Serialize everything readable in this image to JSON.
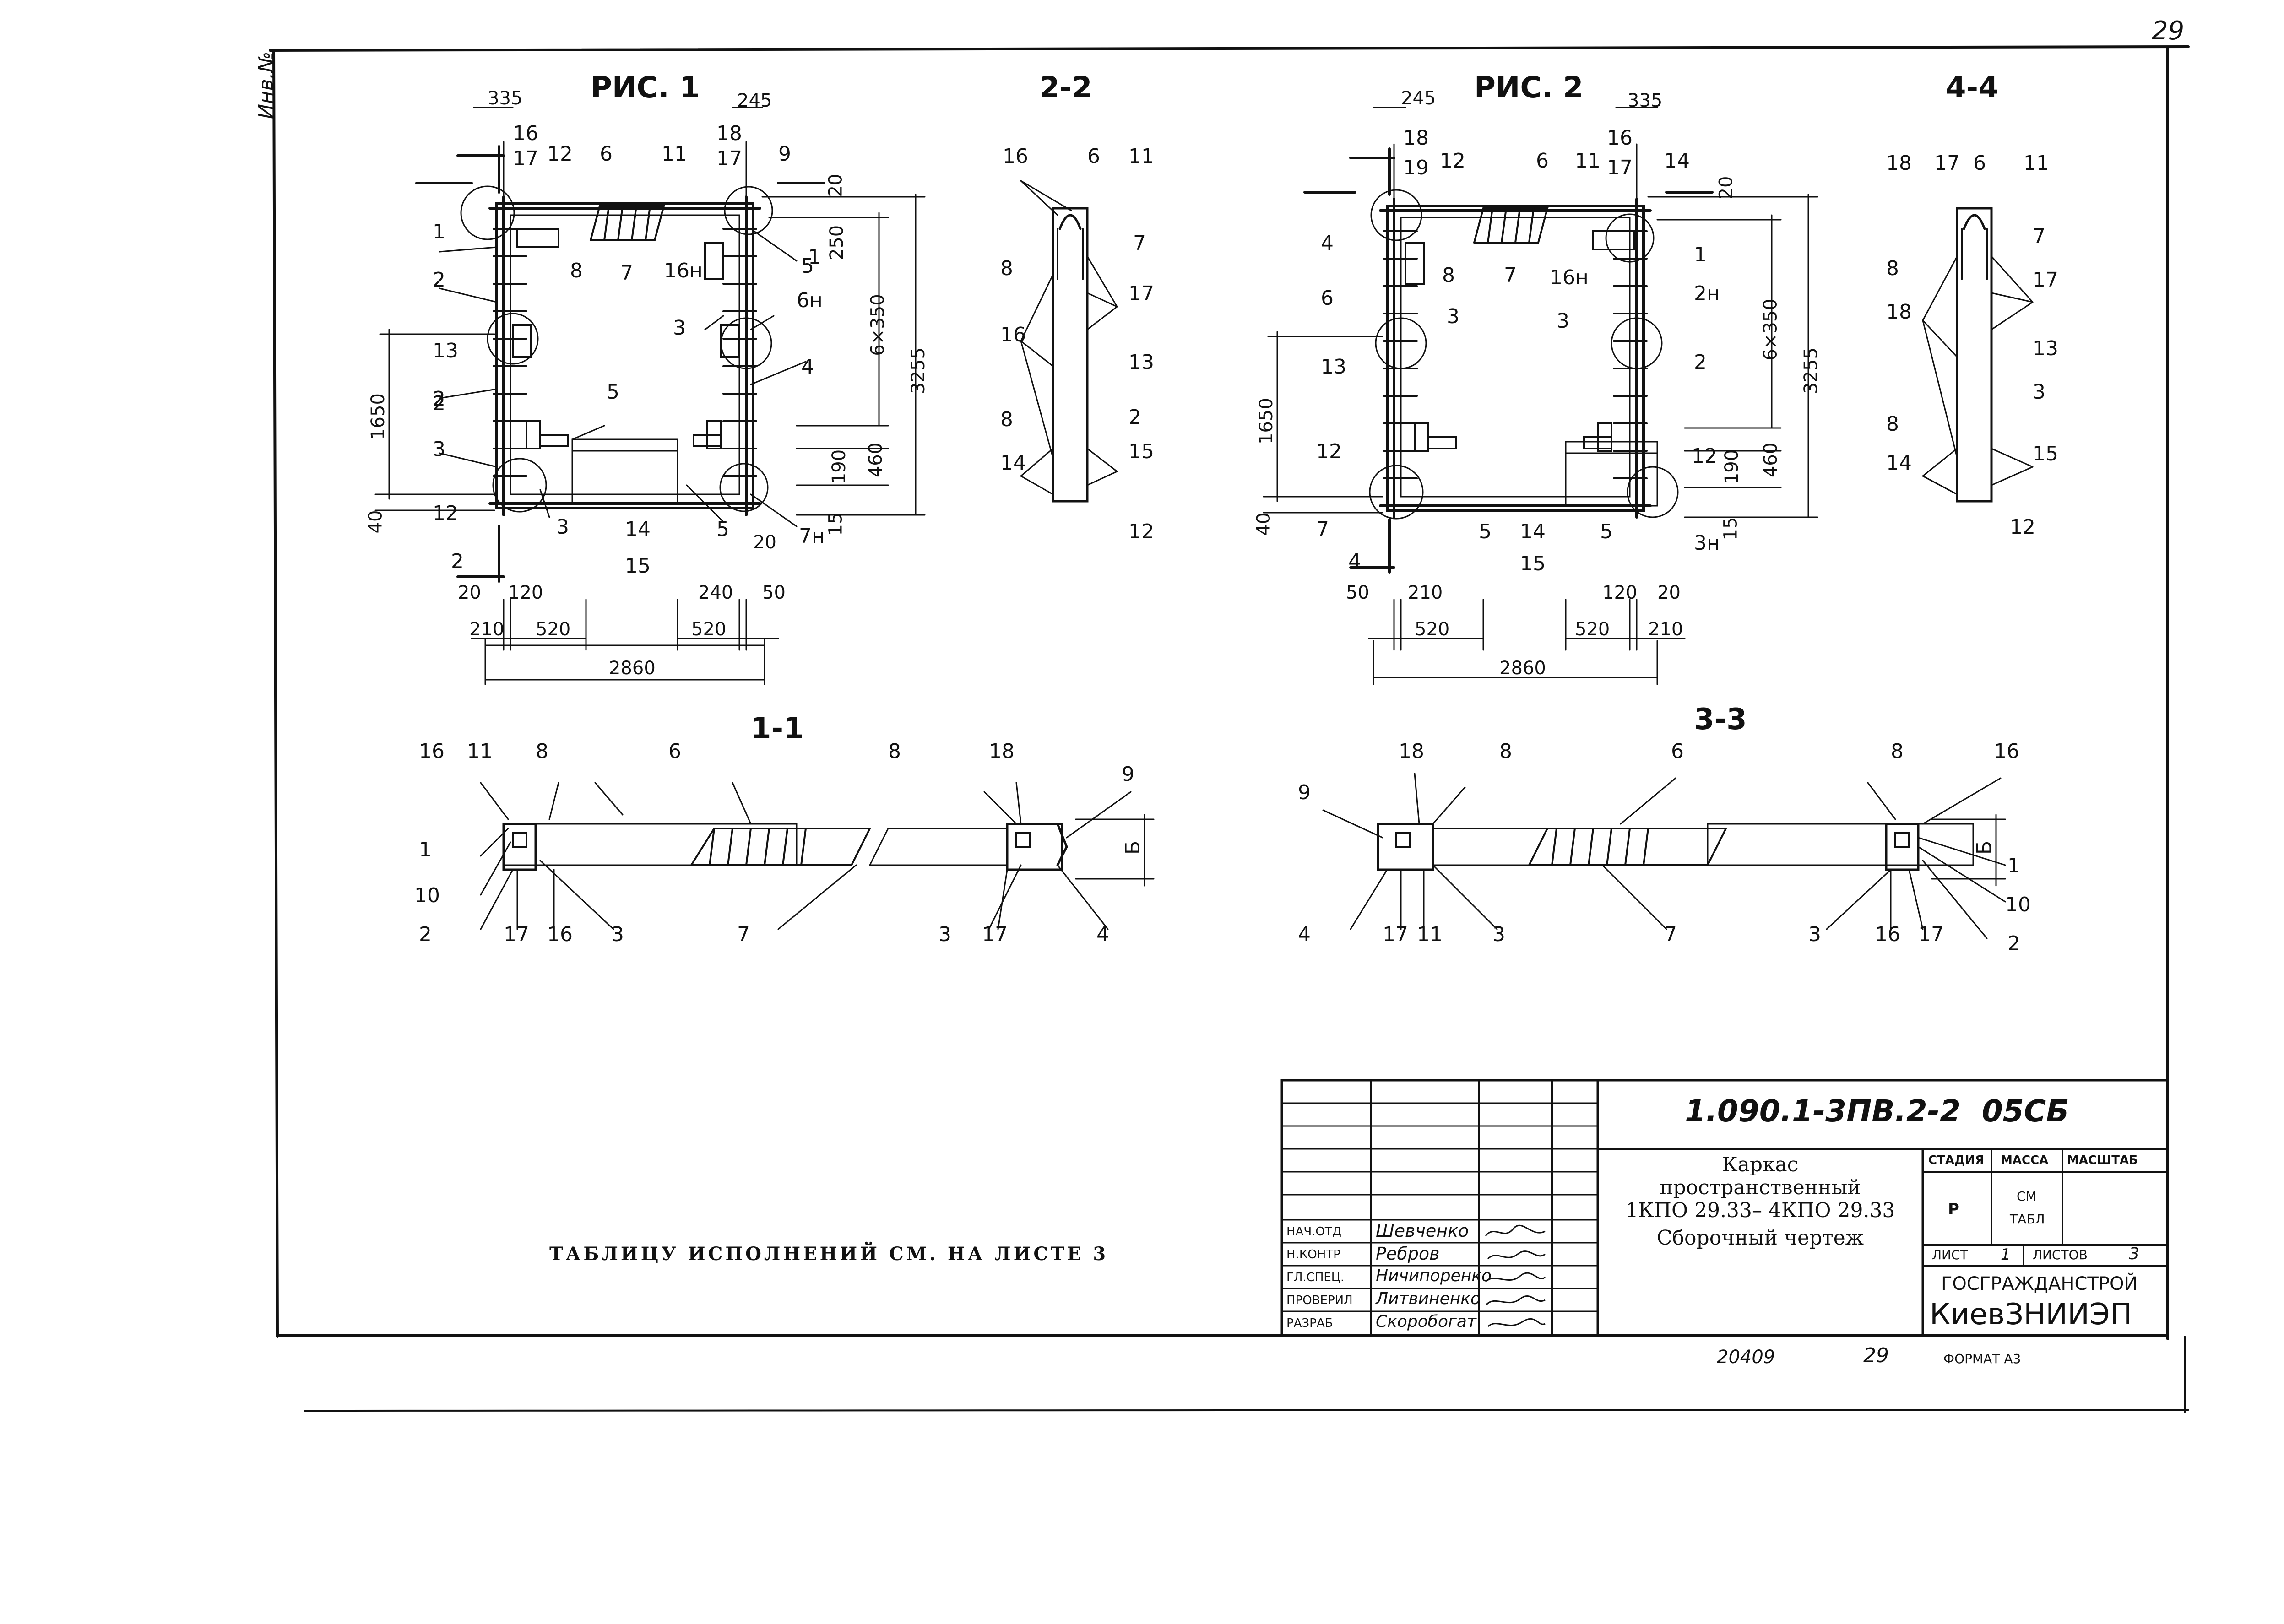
{
  "page_number": "29",
  "margin_mark": "Инв.№",
  "views": {
    "fig1": "РИС. 1",
    "fig2": "РИС. 2",
    "sec11": "1-1",
    "sec22": "2-2",
    "sec33": "3-3",
    "sec44": "4-4"
  },
  "fig1_labels": [
    "335",
    "245",
    "16",
    "17",
    "18",
    "17",
    "12",
    "6",
    "11",
    "9",
    "1",
    "2",
    "20",
    "250",
    "1",
    "2",
    "8",
    "7",
    "16н",
    "5",
    "3",
    "6н",
    "13",
    "6×350",
    "3255",
    "2",
    "4",
    "1650",
    "5",
    "190",
    "460",
    "3",
    "12",
    "40",
    "3",
    "14",
    "5",
    "15",
    "7н",
    "2",
    "15",
    "20",
    "120",
    "240",
    "20",
    "50",
    "210",
    "520",
    "520",
    "2860"
  ],
  "fig2_labels": [
    "245",
    "335",
    "18",
    "16",
    "19",
    "17",
    "14",
    "12",
    "6",
    "11",
    "20",
    "4",
    "8",
    "7",
    "16н",
    "1",
    "2н",
    "6",
    "3",
    "3",
    "13",
    "6×350",
    "3255",
    "2",
    "1650",
    "12",
    "190",
    "460",
    "40",
    "7",
    "5",
    "14",
    "5",
    "12",
    "15",
    "3н",
    "15",
    "4",
    "50",
    "210",
    "120",
    "20",
    "520",
    "520",
    "210",
    "2860"
  ],
  "sec22_labels": [
    "16",
    "6",
    "11",
    "8",
    "7",
    "17",
    "16",
    "13",
    "8",
    "2",
    "14",
    "15",
    "12"
  ],
  "sec44_labels": [
    "18",
    "17",
    "6",
    "11",
    "7",
    "8",
    "17",
    "18",
    "13",
    "3",
    "8",
    "14",
    "15",
    "12"
  ],
  "sec11_labels": [
    "16",
    "11",
    "8",
    "6",
    "8",
    "18",
    "9",
    "1",
    "10",
    "2",
    "17",
    "16",
    "3",
    "7",
    "3",
    "17",
    "4",
    "Б"
  ],
  "sec33_labels": [
    "9",
    "18",
    "8",
    "6",
    "8",
    "16",
    "4",
    "17",
    "11",
    "3",
    "7",
    "3",
    "16",
    "17",
    "2",
    "1",
    "10",
    "Б"
  ],
  "note": "ТАБЛИЦУ ИСПОЛНЕНИЙ СМ. НА ЛИСТЕ 3",
  "title_block": {
    "designation": "1.090.1-3ПВ.2-2  05СБ",
    "title_lines": [
      "Каркас",
      "пространственный",
      "1КПО 29.33– 4КПО 29.33",
      "Сборочный чертеж"
    ],
    "col_headers": [
      "СТАДИЯ",
      "МАССА",
      "МАСШТАБ"
    ],
    "stage": "Р",
    "mass_lines": [
      "СМ",
      "ТАБЛ"
    ],
    "sheet_label": "ЛИСТ",
    "sheet": "1",
    "sheets_label": "ЛИСТОВ",
    "sheets": "3",
    "org1": "ГОСГРАЖДАНСТРОЙ",
    "org2": "КиевЗНИИЭП",
    "roles": [
      {
        "role": "НАЧ.ОТД",
        "name": "Шевченко"
      },
      {
        "role": "Н.КОНТР",
        "name": "Ребров"
      },
      {
        "role": "ГЛ.СПЕЦ.",
        "name": "Ничипоренко"
      },
      {
        "role": "ПРОВЕРИЛ",
        "name": "Литвиненко"
      },
      {
        "role": "РАЗРАБ",
        "name": "Скоробогат"
      }
    ]
  },
  "footer": {
    "left": "20409",
    "mid": "29",
    "format": "ФОРМАТ А3"
  }
}
